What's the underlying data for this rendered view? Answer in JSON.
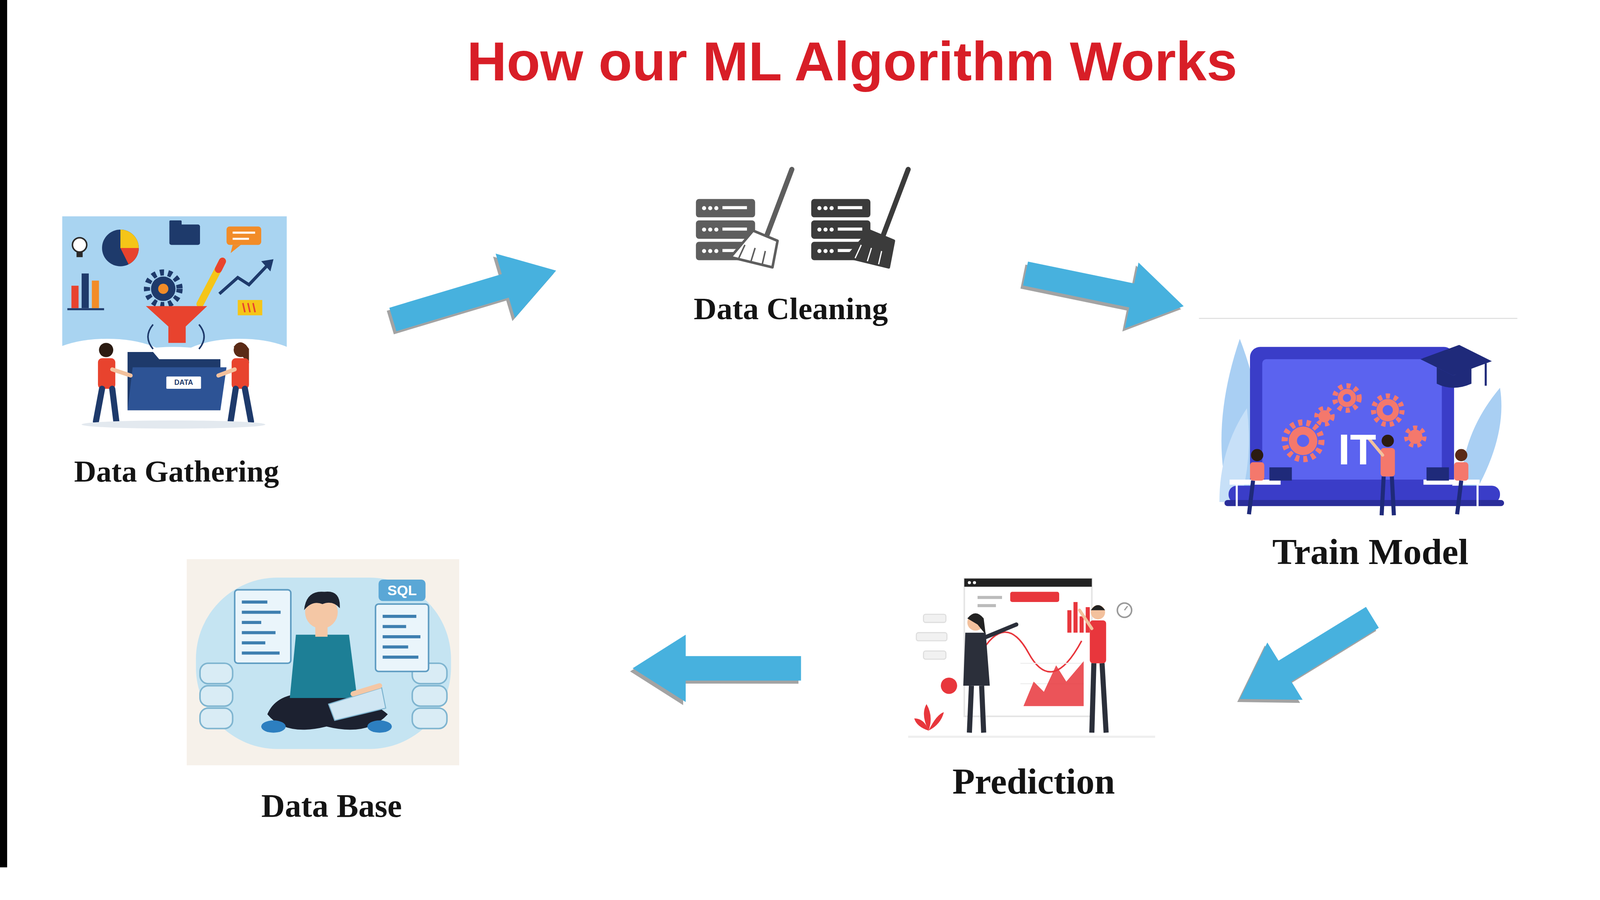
{
  "diagram": {
    "title": "How our ML Algorithm Works",
    "nodes": [
      {
        "text": [
          "Data Gathering"
        ]
      },
      {
        "text": [
          "Data Cleaning"
        ]
      },
      {
        "text": [
          "Train Model"
        ]
      },
      {
        "text": [
          "Prediction"
        ]
      },
      {
        "text": [
          "Data Base"
        ]
      }
    ],
    "edges": [
      {
        "from": 0,
        "to": 1,
        "arrow": "to"
      },
      {
        "from": 1,
        "to": 2,
        "arrow": "to"
      },
      {
        "from": 2,
        "to": 3,
        "arrow": "to"
      },
      {
        "from": 3,
        "to": 4,
        "arrow": "to"
      }
    ],
    "labels": [
      "DATA",
      "IT",
      "SQL"
    ]
  }
}
